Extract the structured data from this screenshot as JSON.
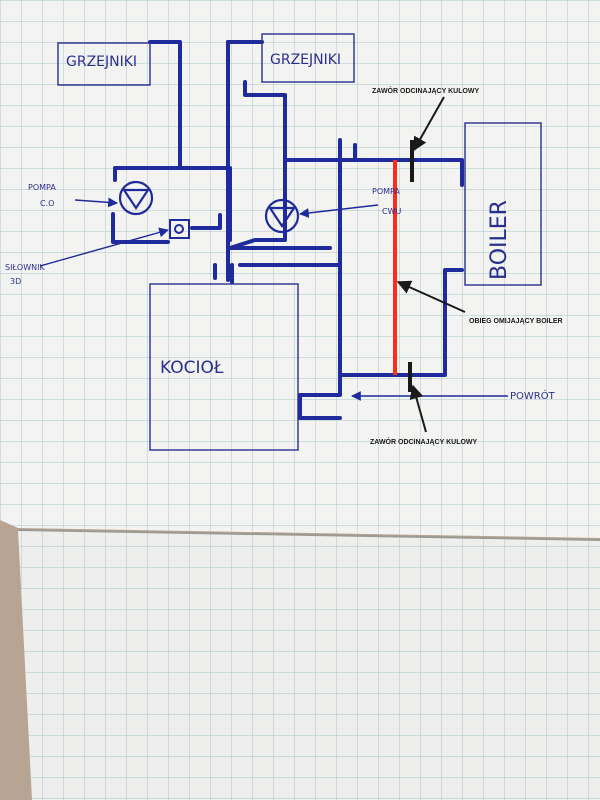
{
  "labels": {
    "grzejniki_left": "GRZEJNIKI",
    "grzejniki_right": "GRZEJNIKI",
    "pompa_co_line1": "POMPA",
    "pompa_co_line2": "C.O",
    "silownik_line1": "SIŁOWNIK",
    "silownik_line2": "3D",
    "pompa_cwu_line1": "POMPA",
    "pompa_cwu_line2": "CWU",
    "kociol": "KOCIOŁ",
    "boiler": "BOILER",
    "powrot": "POWRÓT",
    "zawor_top": "ZAWÓR ODCINAJĄCY KULOWY",
    "zawor_bottom": "ZAWÓR ODCINAJĄCY KULOWY",
    "obieg": "OBIEG OMIJAJĄCY BOILER"
  },
  "colors": {
    "paper": "#f3f3f1",
    "grid": "#a9c6cf",
    "pipe": "#1f2a9c",
    "bypass": "#ff2a1a",
    "annotation": "#1a1a1a",
    "background": "#b7a493"
  }
}
